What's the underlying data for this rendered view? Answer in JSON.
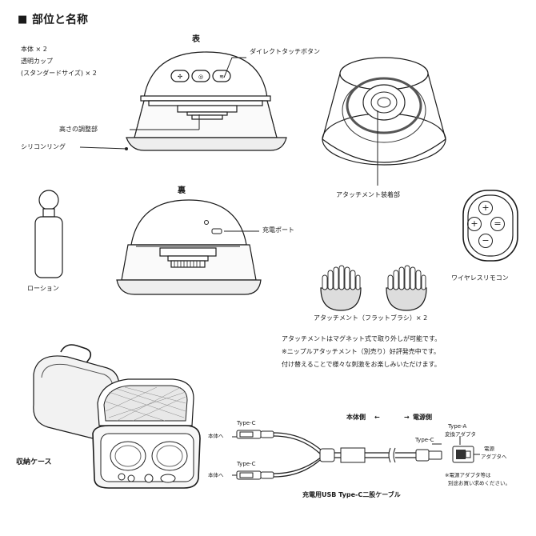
{
  "heading": {
    "square": "■",
    "title": "部位と名称"
  },
  "contents": {
    "line1": "本体 × 2",
    "line2": "透明カップ",
    "line3": "(スタンダードサイズ) × 2"
  },
  "front_view": {
    "title": "表",
    "label_buttons": "ダイレクトタッチボタン",
    "label_height_adjust": "高さの調整部",
    "label_silicone_ring": "シリコンリング"
  },
  "cup_view": {
    "label_attachment_mount": "アタッチメント装着部"
  },
  "back_view": {
    "title": "裏",
    "label_charge_port": "充電ポート"
  },
  "lotion": {
    "label": "ローション"
  },
  "remote": {
    "label": "ワイヤレスリモコン",
    "buttons": [
      "+",
      "+",
      "=",
      "−"
    ]
  },
  "brushes": {
    "label": "アタッチメント（フラットブラシ）× 2"
  },
  "notes": {
    "line1": "アタッチメントはマグネット式で取り外しが可能です。",
    "line2": "※ニップルアタッチメント（別売り）好評発売中です。",
    "line3": "付け替えることで様々な刺激をお楽しみいただけます。"
  },
  "case": {
    "label": "収納ケース"
  },
  "cable": {
    "body_side": "本体側",
    "power_side": "電源側",
    "arrow_left": "←",
    "arrow_right": "→",
    "typec_top": "Type-C",
    "typec_bottom": "Type-C",
    "typec_right": "Type-C",
    "to_body_top": "本体へ",
    "to_body_bottom": "本体へ",
    "typea_line1": "Type-A",
    "typea_line2": "変換アダプタ",
    "to_adapter_line1": "電源",
    "to_adapter_line2": "アダプタへ",
    "note_line1": "※電源アダプタ等は",
    "note_line2": "別途お買い求めください。",
    "caption": "充電用USB Type-C二股ケーブル"
  }
}
